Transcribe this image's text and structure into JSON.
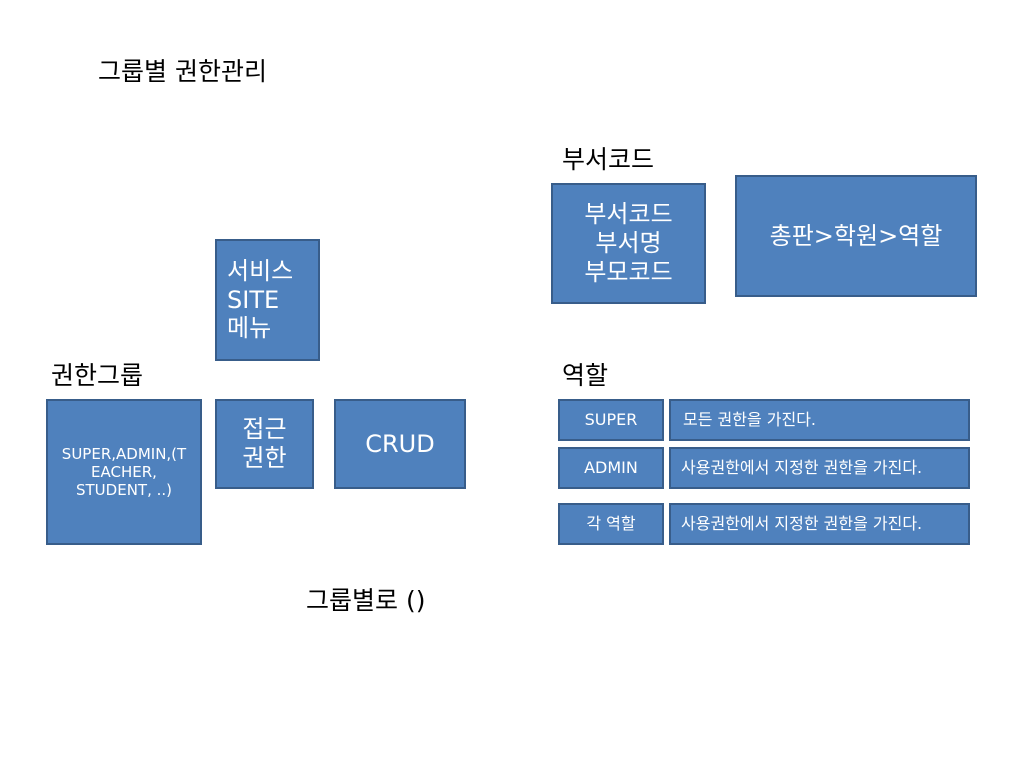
{
  "title": "그룹별 권한관리",
  "labels": {
    "dept_code": "부서코드",
    "role": "역할",
    "auth_group": "권한그룹",
    "by_group": "그룹별로 ()"
  },
  "boxes": {
    "service": [
      "서비스",
      "SITE",
      "메뉴"
    ],
    "access": [
      "접근",
      "권한"
    ],
    "crud": "CRUD",
    "groups": [
      "SUPER,ADMIN,(T",
      "EACHER,",
      "STUDENT, ..)"
    ],
    "dept_fields": [
      "부서코드",
      "부서명",
      "부모코드"
    ],
    "hierarchy": "총판>학원>역할"
  },
  "roles": [
    {
      "name": "SUPER",
      "desc": "모든 권한을 가진다."
    },
    {
      "name": "ADMIN",
      "desc": "사용권한에서 지정한 권한을 가진다."
    },
    {
      "name": "각 역할",
      "desc": "사용권한에서 지정한 권한을 가진다."
    }
  ],
  "colors": {
    "box_fill": "#4f81bd",
    "box_border": "#385d8a",
    "box_text": "#ffffff"
  }
}
